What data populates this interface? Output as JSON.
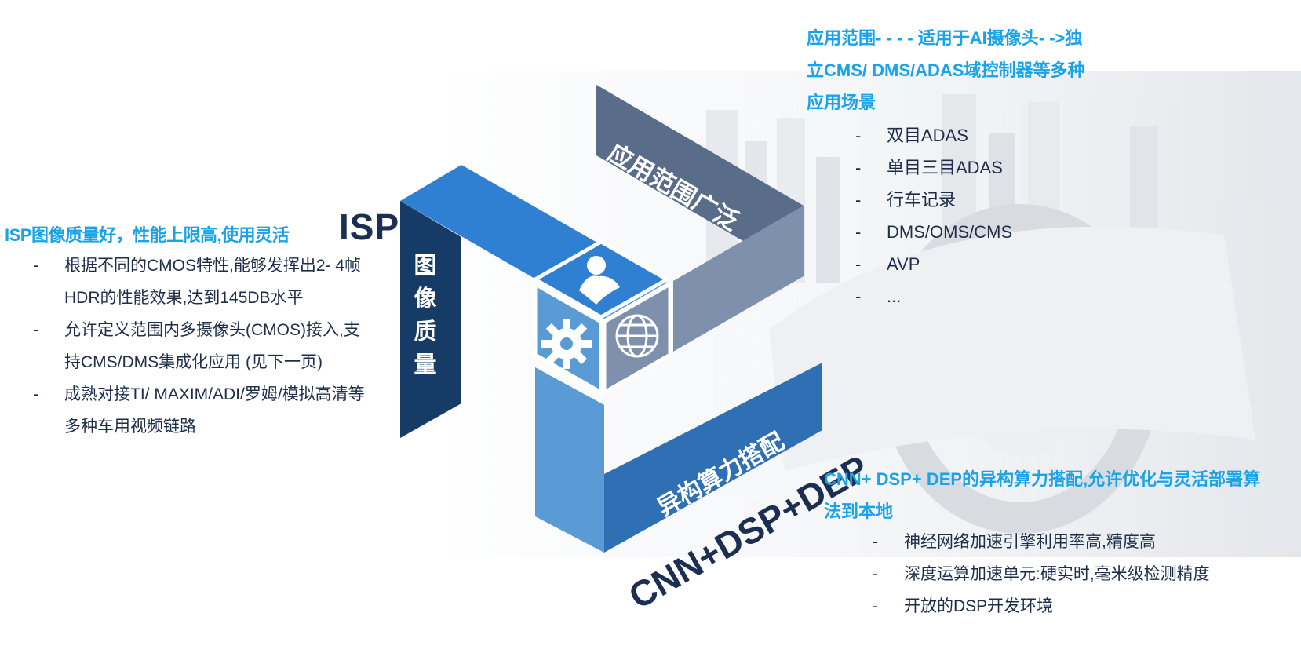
{
  "isp": {
    "heading": "ISP图像质量好，性能上限高,使用灵活",
    "big_label": "ISP",
    "vertical_label": "图像质量",
    "items": [
      "根据不同的CMOS特性,能够发挥出2- 4帧",
      "HDR的性能效果,达到145DB水平",
      "允许定义范围内多摄像头(CMOS)接入,支",
      "持CMS/DMS集成化应用 (见下一页)",
      "成熟对接TI/ MAXIM/ADI/罗姆/模拟高清等",
      "多种车用视频链路"
    ]
  },
  "application": {
    "heading": "应用范围- - - - 适用于AI摄像头- ->独立CMS/ DMS/ADAS域控制器等多种应用场景",
    "ribbon_label": "应用范围广泛",
    "items": [
      "双目ADAS",
      "单目三目ADAS",
      "行车记录",
      "DMS/OMS/CMS",
      "AVP",
      "..."
    ]
  },
  "compute": {
    "heading": "CNN+ DSP+ DEP的异构算力搭配,允许优化与灵活部署算法到本地",
    "ribbon_label": "异构算力搭配",
    "big_label": "CNN+DSP+DEP",
    "items": [
      "神经网络加速引擎利用率高,精度高",
      "深度运算加速单元:硬实时,毫米级检测精度",
      "开放的DSP开发环境"
    ]
  },
  "dash": "-",
  "icons": [
    "user-icon",
    "gear-icon",
    "globe-icon"
  ],
  "colors": {
    "accent_text": "#1aa3e8",
    "body_text": "#1e2d4a",
    "isp_dark": "#163b66",
    "isp_mid": "#2f7fd3",
    "app_dark": "#596c8a",
    "app_light": "#7f90ad",
    "compute_dark": "#2f6fb3",
    "compute_light": "#5b9bd5"
  }
}
